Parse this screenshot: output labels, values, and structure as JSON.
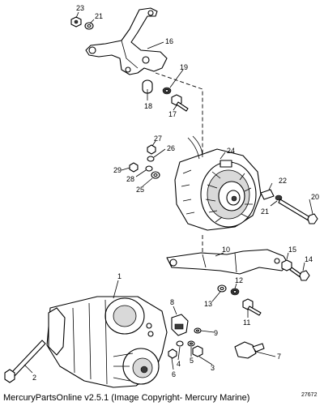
{
  "callouts": [
    {
      "id": "23",
      "label": "23"
    },
    {
      "id": "21a",
      "label": "21"
    },
    {
      "id": "16",
      "label": "16"
    },
    {
      "id": "19",
      "label": "19"
    },
    {
      "id": "18",
      "label": "18"
    },
    {
      "id": "17",
      "label": "17"
    },
    {
      "id": "27",
      "label": "27"
    },
    {
      "id": "26",
      "label": "26"
    },
    {
      "id": "24",
      "label": "24"
    },
    {
      "id": "29",
      "label": "29"
    },
    {
      "id": "28",
      "label": "28"
    },
    {
      "id": "25",
      "label": "25"
    },
    {
      "id": "22",
      "label": "22"
    },
    {
      "id": "20",
      "label": "20"
    },
    {
      "id": "21b",
      "label": "21"
    },
    {
      "id": "10",
      "label": "10"
    },
    {
      "id": "15",
      "label": "15"
    },
    {
      "id": "14",
      "label": "14"
    },
    {
      "id": "12",
      "label": "12"
    },
    {
      "id": "13",
      "label": "13"
    },
    {
      "id": "11",
      "label": "11"
    },
    {
      "id": "1",
      "label": "1"
    },
    {
      "id": "8",
      "label": "8"
    },
    {
      "id": "9",
      "label": "9"
    },
    {
      "id": "4",
      "label": "4"
    },
    {
      "id": "5",
      "label": "5"
    },
    {
      "id": "6",
      "label": "6"
    },
    {
      "id": "3",
      "label": "3"
    },
    {
      "id": "7",
      "label": "7"
    },
    {
      "id": "2",
      "label": "2"
    }
  ],
  "footer": "MercuryPartsOnline v2.5.1 (Image Copyright- Mercury Marine)",
  "figure_id": "27672"
}
